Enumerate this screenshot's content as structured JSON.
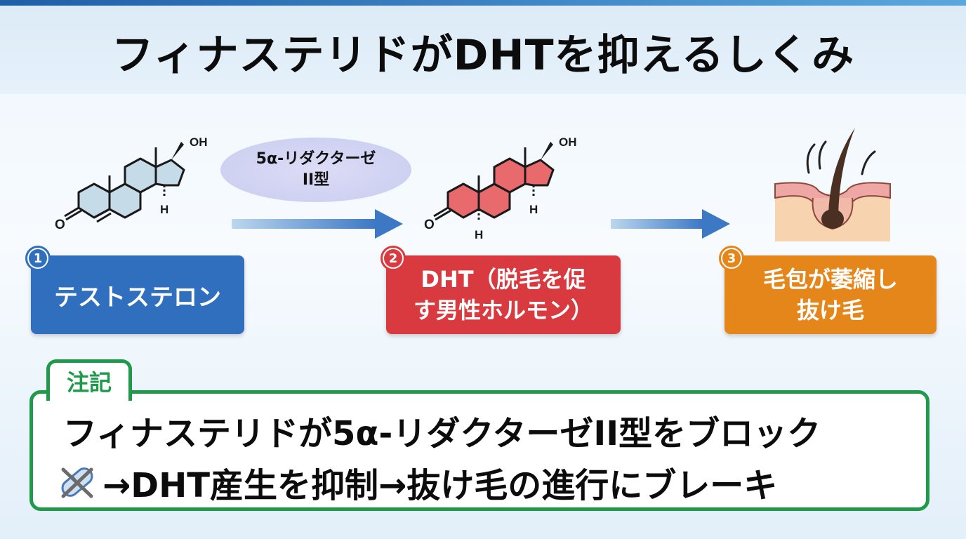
{
  "title": "フィナステリドがDHTを抑えるしくみ",
  "molecules": {
    "testosterone": {
      "oh": "OH",
      "o": "O",
      "h": "H"
    },
    "dht": {
      "oh": "OH",
      "o": "O",
      "h1": "H",
      "h2": "H"
    }
  },
  "enzyme": {
    "line1": "5α-リダクターゼ",
    "line2": "II型"
  },
  "steps": [
    {
      "number": "1",
      "line1": "テストステロン",
      "line2": ""
    },
    {
      "number": "2",
      "line1": "DHT（脱毛を促",
      "line2": "す男性ホルモン）"
    },
    {
      "number": "3",
      "line1": "毛包が萎縮し",
      "line2": "抜け毛"
    }
  ],
  "note": {
    "label": "注記",
    "line1": "フィナステリドが5α-リダクターゼII型をブロック",
    "line2": "→DHT産生を抑制→抜け毛の進行にブレーキ",
    "icon": "crossed-pill-icon"
  },
  "colors": {
    "blue": "#2f6fbd",
    "red": "#d83a3f",
    "orange": "#e5861a",
    "green": "#1f9a4a",
    "testosterone_fill": "#c5dbe8",
    "dht_fill": "#e86a6c"
  }
}
